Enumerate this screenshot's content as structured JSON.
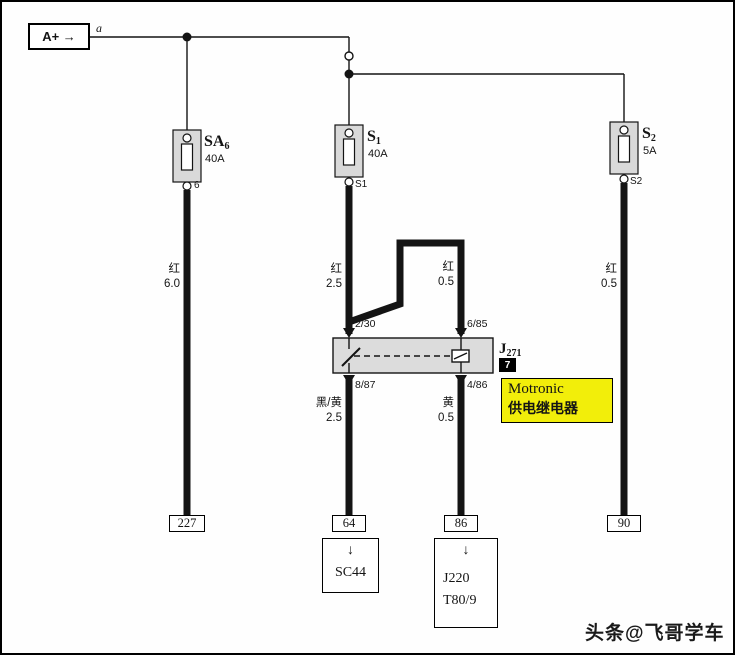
{
  "diagram": {
    "source": {
      "label": "A+ →",
      "node": "a"
    },
    "fuses": {
      "sa6": {
        "name": "SA",
        "sub": "6",
        "rating": "40A",
        "terminal": "6"
      },
      "s1": {
        "name": "S",
        "sub": "1",
        "rating": "40A",
        "terminal": "S1"
      },
      "s2": {
        "name": "S",
        "sub": "2",
        "rating": "5A",
        "terminal": "S2"
      }
    },
    "wires": {
      "w1": {
        "color": "红",
        "gauge": "6.0"
      },
      "w2": {
        "color": "红",
        "gauge": "2.5"
      },
      "w3": {
        "color": "红",
        "gauge": "0.5"
      },
      "w4": {
        "color": "黑/黄",
        "gauge": "2.5"
      },
      "w5": {
        "color": "黄",
        "gauge": "0.5"
      },
      "w6": {
        "color": "红",
        "gauge": "0.5"
      }
    },
    "relay": {
      "terminal_tl": "2/30",
      "terminal_tr": "6/85",
      "terminal_bl": "8/87",
      "terminal_br": "4/86",
      "name": "J",
      "name_sub": "271",
      "box_number": "7",
      "note_line1": "Motronic",
      "note_line2": "供电继电器"
    },
    "grounds": {
      "g1": "227",
      "g2": "64",
      "g3": "86",
      "g4": "90"
    },
    "destinations": {
      "d1": {
        "arrow": "↓",
        "label": "SC44"
      },
      "d2": {
        "arrow": "↓",
        "label1": "J220",
        "label2": "T80/9"
      }
    },
    "watermark": "头条@飞哥学车",
    "colors": {
      "highlight": "#f2ee0a",
      "component_fill": "#d9d9d9"
    }
  }
}
